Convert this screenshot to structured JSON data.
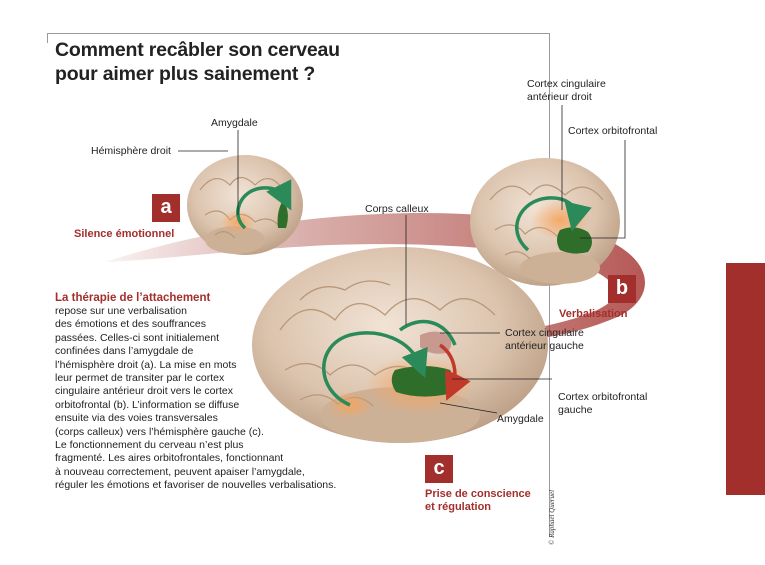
{
  "title": {
    "line1": "Comment recâbler son cerveau",
    "line2": "pour aimer plus sainement ?"
  },
  "labels": {
    "amygdale_top": "Amygdale",
    "hemisphere_droit": "Hémisphère droit",
    "cortex_cingulaire_droit_1": "Cortex cingulaire",
    "cortex_cingulaire_droit_2": "antérieur droit",
    "cortex_orbitofrontal": "Cortex orbitofrontal",
    "corps_calleux": "Corps calleux",
    "cortex_cingulaire_gauche_1": "Cortex cingulaire",
    "cortex_cingulaire_gauche_2": "antérieur gauche",
    "cortex_orbitofrontal_gauche_1": "Cortex orbitofrontal",
    "cortex_orbitofrontal_gauche_2": "gauche",
    "amygdale_bottom": "Amygdale"
  },
  "steps": {
    "a": {
      "letter": "a",
      "caption": "Silence émotionnel"
    },
    "b": {
      "letter": "b",
      "caption": "Verbalisation"
    },
    "c": {
      "letter": "c",
      "caption_1": "Prise de conscience",
      "caption_2": "et régulation"
    }
  },
  "body": {
    "heading": "La thérapie de l’attachement",
    "lines": [
      "repose sur une verbalisation",
      "des émotions et des souffrances",
      "passées. Celles-ci sont initialement",
      "confinées dans l’amygdale de",
      "l’hémisphère droit (a). La mise en mots",
      "leur permet de transiter par le cortex",
      "cingulaire antérieur droit vers le cortex",
      "orbitofrontal (b). L’information se diffuse",
      "ensuite via des voies transversales",
      "(corps calleux) vers l’hémisphère gauche (c).",
      "Le fonctionnement du cerveau n’est plus",
      "fragmenté. Les aires orbitofrontales, fonctionnant",
      "à nouveau correctement, peuvent apaiser l’amygdale,",
      "réguler les émotions et favoriser de nouvelles verbalisations."
    ]
  },
  "credit": "© Raphaël Queruel",
  "colors": {
    "accent": "#a32f2c",
    "brain": "#d9c2ad",
    "region_green": "#2f6e2a",
    "arrow_green": "#2a8a5a",
    "arrow_red": "#c0392b"
  }
}
